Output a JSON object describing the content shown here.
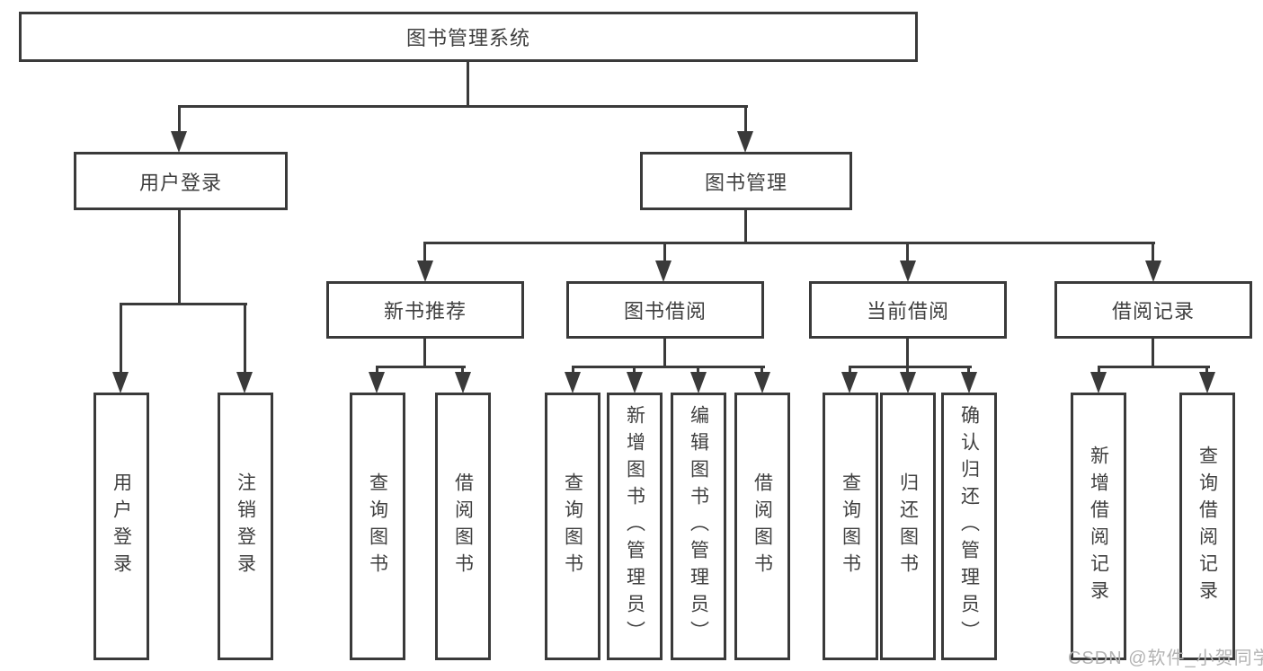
{
  "diagram": {
    "root": "图书管理系统",
    "level2": {
      "user_login": "用户登录",
      "book_mgmt": "图书管理"
    },
    "level3": {
      "new_books": "新书推荐",
      "borrowing": "图书借阅",
      "current": "当前借阅",
      "records": "借阅记录"
    },
    "leaves": {
      "user_login": [
        "用户登录",
        "注销登录"
      ],
      "new_books": [
        "查询图书",
        "借阅图书"
      ],
      "borrowing": [
        "查询图书",
        "新增图书（管理员）",
        "编辑图书（管理员）",
        "借阅图书"
      ],
      "current": [
        "查询图书",
        "归还图书",
        "确认归还（管理员）"
      ],
      "records": [
        "新增借阅记录",
        "查询借阅记录"
      ]
    }
  },
  "watermark": {
    "text": "CSDN @软件_小贺同学"
  },
  "colors": {
    "line": "#3a3a3a",
    "text": "#3f3f3f",
    "background": "#ffffff",
    "watermark": "#b3b3b3"
  }
}
